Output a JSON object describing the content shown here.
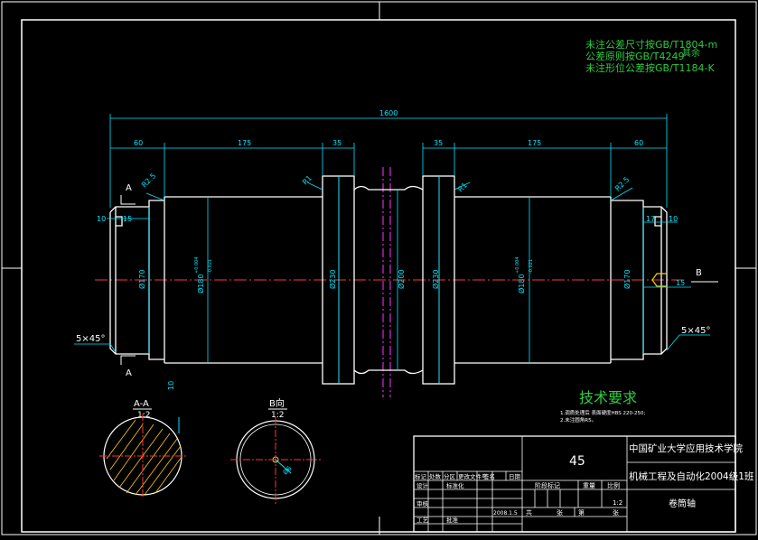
{
  "notes": {
    "line1": "未注公差尺寸按GB/T1804-m",
    "line2": "公差原则按GB/T4249",
    "line3": "未注形位公差按GB/T1184-K",
    "extra": "其余"
  },
  "dims": {
    "overall": "1600",
    "left_60": "60",
    "left_175": "175",
    "left_35": "35",
    "right_35": "35",
    "right_175": "175",
    "right_60": "60",
    "r25_left": "R2.5",
    "r1_left": "R1",
    "r1_right": "R1",
    "r25_right": "R2.5",
    "d10": "10",
    "d15_left": "15",
    "d17": "17",
    "d10_right": "10",
    "d15_right": "15",
    "dia170_left": "Ø170",
    "dia180_left": "Ø180",
    "tol_left_upper": "+0.004",
    "tol_left_lower": "-0.021",
    "dia230_left": "Ø230",
    "dia200": "Ø200",
    "dia230_right": "Ø230",
    "dia180_right": "Ø180",
    "tol_right_upper": "+0.004",
    "tol_right_lower": "-0.021",
    "dia170_right": "Ø170",
    "chamfer_left": "5×45°",
    "chamfer_right": "5×45°"
  },
  "markers": {
    "a_top": "A",
    "a_bottom": "A",
    "b": "B"
  },
  "section_aa": {
    "title": "A-A",
    "scale": "1:2",
    "dim": "10"
  },
  "view_b": {
    "title": "B向",
    "scale": "1:2",
    "dim": "Ø6"
  },
  "tech": {
    "title": "技术要求",
    "item1": "1.调质处理后 表面硬度HBS 220-250;",
    "item2": "2.未注圆角R5。"
  },
  "title_block": {
    "material": "45",
    "school": "中国矿业大学应用技术学院",
    "class": "机械工程及自动化2004级1班",
    "part_name": "卷筒轴",
    "scale": "1:2",
    "row_labels": [
      "标记",
      "处数",
      "分区",
      "更改文件号",
      "签名",
      "日期"
    ],
    "sign_rows": [
      "设计",
      "审核",
      "工艺"
    ],
    "sign_sub": [
      "标准化",
      "批准"
    ],
    "date": "2008.1.5",
    "stage_mark": "阶段标记",
    "weight": "重量",
    "ratio": "比例",
    "total": "共",
    "sheet_word": "张",
    "sheet_num": "第",
    "sheet_word2": "张"
  }
}
